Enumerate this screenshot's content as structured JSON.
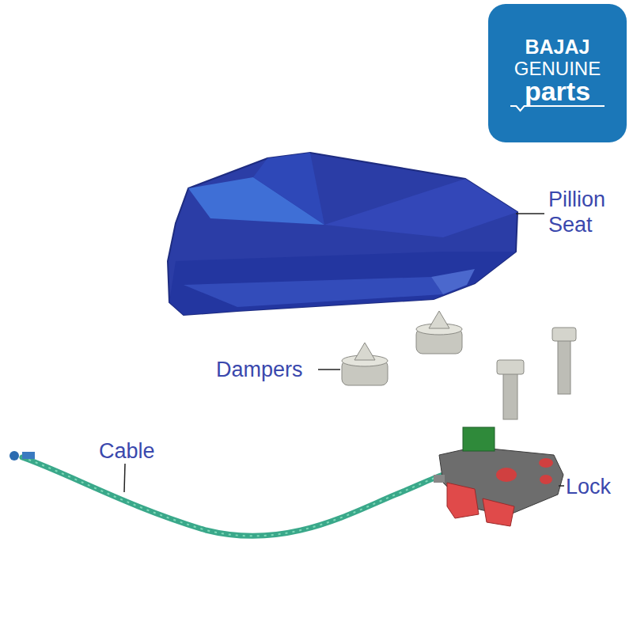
{
  "diagram": {
    "nodes": [
      {
        "text": [
          "BAJAJ",
          "GENUINE",
          "parts"
        ]
      }
    ],
    "labels": [
      "Pillion Seat",
      "Dampers",
      "Cable",
      "Lock"
    ]
  }
}
